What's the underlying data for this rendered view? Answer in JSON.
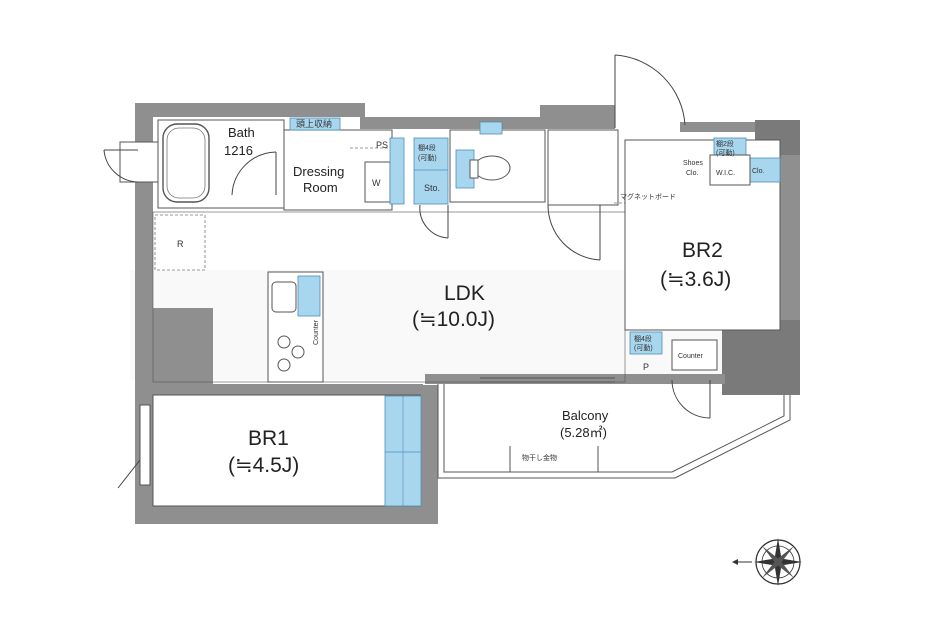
{
  "rooms": {
    "ldk": {
      "name": "LDK",
      "size": "(≒10.0J)"
    },
    "br1": {
      "name": "BR1",
      "size": "(≒4.5J)"
    },
    "br2": {
      "name": "BR2",
      "size": "(≒3.6J)"
    },
    "bath": {
      "name": "Bath",
      "size": "1216"
    },
    "dressing": {
      "name": "Dressing",
      "name2": "Room"
    },
    "balcony": {
      "name": "Balcony",
      "size": "(5.28㎡)"
    }
  },
  "labels": {
    "ps": "PS",
    "w": "W",
    "sto": "Sto.",
    "r": "R",
    "p": "P",
    "counter": "Counter",
    "counter_kitchen": "Counter",
    "shoes": "Shoes",
    "shoes2": "Clo.",
    "wic": "W.I.C.",
    "clo": "Clo.",
    "hanging_rack": "物干し金物",
    "upper_storage_bath": "頭上収納",
    "shelf_movable": "棚4段",
    "shelf_movable2": "(可動)",
    "magnet_board": "マグネットボード",
    "shelf_movable_br2": "棚2段",
    "shelf_movable_br2b": "(可動)",
    "shelf_movable_p": "棚4段",
    "shelf_movable_p2": "(可動)"
  },
  "colors": {
    "wall": "#8f8f8f",
    "storage": "#a9d6ef"
  },
  "icons": [
    "compass-icon"
  ]
}
